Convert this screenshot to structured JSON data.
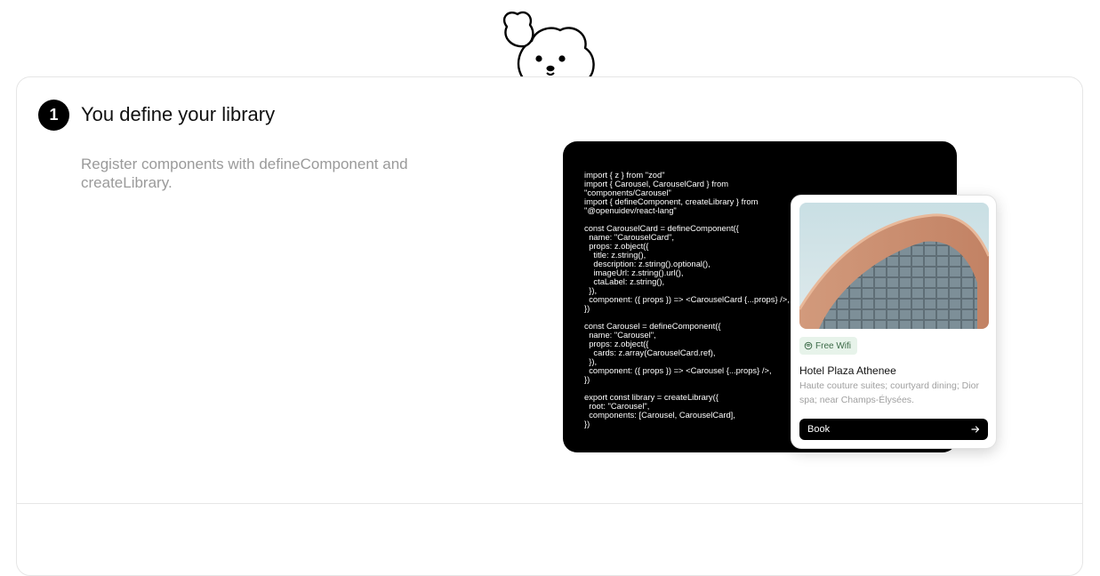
{
  "step": {
    "number": "1",
    "title": "You define your library",
    "description": "Register components with defineComponent and createLibrary."
  },
  "code": {
    "text": "import { z } from \"zod\"\nimport { Carousel, CarouselCard } from\n\"components/Carousel\"\nimport { defineComponent, createLibrary } from\n\"@openuidev/react-lang\"\n\nconst CarouselCard = defineComponent({\n  name: \"CarouselCard\",\n  props: z.object({\n    title: z.string(),\n    description: z.string().optional(),\n    imageUrl: z.string().url(),\n    ctaLabel: z.string(),\n  }),\n  component: ({ props }) => <CarouselCard {...props} />,\n})\n\nconst Carousel = defineComponent({\n  name: \"Carousel\",\n  props: z.object({\n    cards: z.array(CarouselCard.ref),\n  }),\n  component: ({ props }) => <Carousel {...props} />,\n})\n\nexport const library = createLibrary({\n  root: \"Carousel\",\n  components: [Carousel, CarouselCard],\n})"
  },
  "preview_card": {
    "badge_label": "Free Wifi",
    "badge_icon": "wifi-icon",
    "hotel_name": "Hotel Plaza Athenee",
    "hotel_description": "Haute couture suites; courtyard dining; Dior spa; near Champs-Élysées.",
    "button_label": "Book",
    "button_icon": "arrow-right-icon"
  },
  "colors": {
    "accent": "#000000",
    "badge_bg": "#e7f3ea",
    "muted_text": "#9a9a9a"
  }
}
